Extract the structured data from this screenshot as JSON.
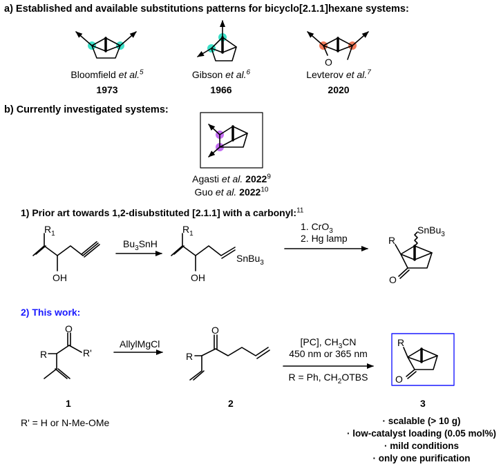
{
  "section_a": {
    "heading": "a) Established and available substitutions patterns for bicyclo[2.1.1]hexane systems:",
    "refs": [
      {
        "author": "Bloomfield",
        "etal": "et al.",
        "sup": "5",
        "year": "1973"
      },
      {
        "author": "Gibson",
        "etal": "et al.",
        "sup": "6",
        "year": "1966"
      },
      {
        "author": "Levterov",
        "etal": "et al.",
        "sup": "7",
        "year": "2020"
      }
    ],
    "oxygen_label": "O"
  },
  "section_b": {
    "heading": "b) Currently investigated systems:",
    "refs": [
      {
        "author": "Agasti",
        "etal": "et al.",
        "year": "2022",
        "sup": "9"
      },
      {
        "author": "Guo",
        "etal": "et al.",
        "year": "2022",
        "sup": "10"
      }
    ]
  },
  "prior_art": {
    "heading": "1) Prior art towards 1,2-disubstituted [2.1.1] with a carbonyl:",
    "heading_sup": "11",
    "reagent1_base": "Bu",
    "reagent1_sub": "3",
    "reagent1_rest": "SnH",
    "step2_line1_base": "1. CrO",
    "step2_line1_sub": "3",
    "step2_line2": "2. Hg lamp",
    "start_R": "R",
    "start_R_sub": "1",
    "start_OH": "OH",
    "mid_R": "R",
    "mid_R_sub": "1",
    "mid_OH": "OH",
    "mid_Sn_base": "SnBu",
    "mid_Sn_sub": "3",
    "prod_R": "R",
    "prod_Sn_base": "SnBu",
    "prod_Sn_sub": "3",
    "prod_O": "O"
  },
  "this_work": {
    "heading": "2) This work:",
    "reagent": "AllylMgCl",
    "cond_line1_a": "[PC], CH",
    "cond_line1_sub": "3",
    "cond_line1_b": "CN",
    "cond_line2": "450 nm or 365 nm",
    "cond_line3": "R = Ph, CH",
    "cond_line3_sub": "2",
    "cond_line3_b": "OTBS",
    "cpd1_O": "O",
    "cpd1_R": "R",
    "cpd1_Rp": "R'",
    "cpd2_O": "O",
    "cpd2_R": "R",
    "cpd3_R": "R",
    "cpd3_O": "O",
    "labels": [
      "1",
      "2",
      "3"
    ],
    "rprime_note": "R' = H or N-Me-OMe",
    "features": [
      "· scalable (> 10 g)",
      "· low-catalyst loading (0.05 mol%)",
      "· mild conditions",
      "· only one purification"
    ]
  },
  "colors": {
    "teal": "#3de0c8",
    "orange": "#f07a5a",
    "purple": "#c26cf0",
    "blue": "#1a1aff"
  }
}
